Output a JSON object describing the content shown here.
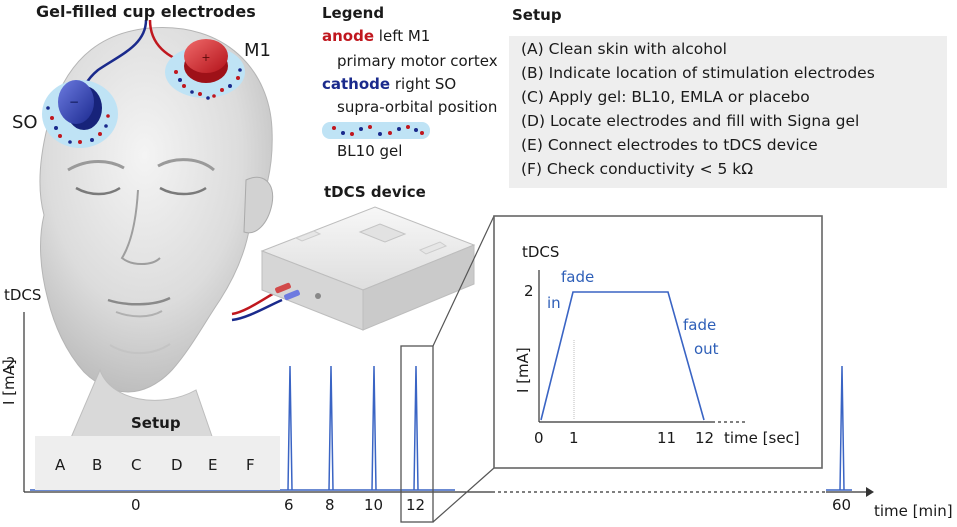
{
  "figure": {
    "head_title": "Gel-filled cup electrodes",
    "so_label": "SO",
    "m1_label": "M1",
    "legend": {
      "title": "Legend",
      "anode_word": "anode",
      "anode_rest": " left M1",
      "anode_desc": "primary motor cortex",
      "cathode_word": "cathode",
      "cathode_rest": " right SO",
      "cathode_desc": "supra-orbital position",
      "gel_label": "BL10 gel"
    },
    "setup_panel": {
      "title": "Setup",
      "steps": [
        "(A) Clean skin with alcohol",
        "(B) Indicate location of stimulation electrodes",
        "(C) Apply gel: BL10, EMLA or placebo",
        "(D) Locate electrodes and fill with Signa gel",
        "(E) Connect electrodes to tDCS device",
        "(F) Check conductivity < 5 kΩ"
      ]
    },
    "device_title": "tDCS device",
    "main_plot": {
      "y_title": "tDCS",
      "y_axis_label": "I [mA]",
      "y_tick": "2",
      "x_axis_label": "time [min]",
      "x_ticks": [
        "0",
        "6",
        "8",
        "10",
        "12",
        "60"
      ],
      "setup_box_title": "Setup",
      "setup_letters": [
        "A",
        "B",
        "C",
        "D",
        "E",
        "F"
      ]
    },
    "inset_plot": {
      "y_title": "tDCS",
      "y_axis_label": "I [mA]",
      "y_tick": "2",
      "x_axis_label": "time [sec]",
      "x_ticks": [
        "0",
        "1",
        "11",
        "12"
      ],
      "fade_in_1": "fade",
      "fade_in_2": "in",
      "fade_out_1": "fade",
      "fade_out_2": "out"
    },
    "colors": {
      "anode": "#c0171e",
      "cathode": "#1a2a8c",
      "trace": "#3a64c4",
      "gel": "#bfe3f5",
      "panel": "#eeeeee"
    }
  }
}
